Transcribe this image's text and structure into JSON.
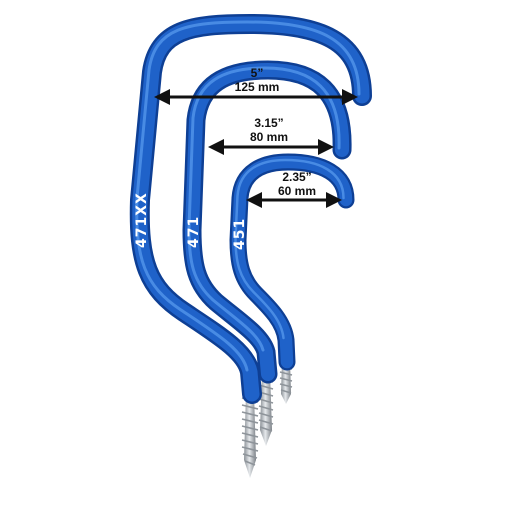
{
  "colors": {
    "background": "#ffffff",
    "hook_coating": "#1f62c9",
    "hook_highlight": "#5a9cf0",
    "hook_shadow": "#0e3f94",
    "screw_metal": "#b7bcc2",
    "arrow": "#111111"
  },
  "hooks": [
    {
      "model": "471XX",
      "width_in": "5”",
      "width_mm": "125 mm"
    },
    {
      "model": "471",
      "width_in": "3.15”",
      "width_mm": "80 mm"
    },
    {
      "model": "451",
      "width_in": "2.35”",
      "width_mm": "60 mm"
    }
  ]
}
